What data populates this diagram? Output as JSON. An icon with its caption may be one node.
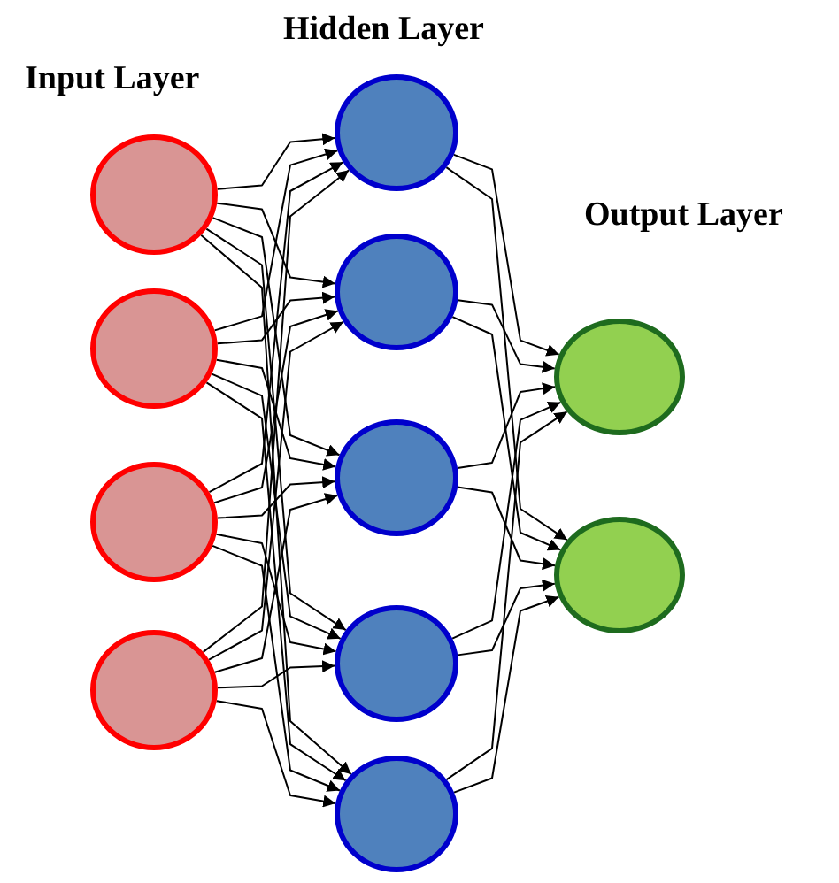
{
  "diagram": {
    "nodes": [
      {
        "text": [],
        "shape": "circle"
      },
      {
        "text": [],
        "shape": "circle"
      },
      {
        "text": [],
        "shape": "circle"
      },
      {
        "text": [],
        "shape": "circle"
      },
      {
        "text": [],
        "shape": "circle"
      },
      {
        "text": [],
        "shape": "circle"
      },
      {
        "text": [],
        "shape": "circle"
      },
      {
        "text": [],
        "shape": "circle"
      },
      {
        "text": [],
        "shape": "circle"
      },
      {
        "text": [],
        "shape": "circle"
      },
      {
        "text": [],
        "shape": "circle"
      }
    ],
    "edges": [
      {
        "from": 0,
        "to": 4,
        "arrow": "to"
      },
      {
        "from": 0,
        "to": 5,
        "arrow": "to"
      },
      {
        "from": 0,
        "to": 6,
        "arrow": "to"
      },
      {
        "from": 0,
        "to": 7,
        "arrow": "to"
      },
      {
        "from": 0,
        "to": 8,
        "arrow": "to"
      },
      {
        "from": 1,
        "to": 4,
        "arrow": "to"
      },
      {
        "from": 1,
        "to": 5,
        "arrow": "to"
      },
      {
        "from": 1,
        "to": 6,
        "arrow": "to"
      },
      {
        "from": 1,
        "to": 7,
        "arrow": "to"
      },
      {
        "from": 1,
        "to": 8,
        "arrow": "to"
      },
      {
        "from": 2,
        "to": 4,
        "arrow": "to"
      },
      {
        "from": 2,
        "to": 5,
        "arrow": "to"
      },
      {
        "from": 2,
        "to": 6,
        "arrow": "to"
      },
      {
        "from": 2,
        "to": 7,
        "arrow": "to"
      },
      {
        "from": 2,
        "to": 8,
        "arrow": "to"
      },
      {
        "from": 3,
        "to": 4,
        "arrow": "to"
      },
      {
        "from": 3,
        "to": 5,
        "arrow": "to"
      },
      {
        "from": 3,
        "to": 6,
        "arrow": "to"
      },
      {
        "from": 3,
        "to": 7,
        "arrow": "to"
      },
      {
        "from": 3,
        "to": 8,
        "arrow": "to"
      },
      {
        "from": 4,
        "to": 9,
        "arrow": "to"
      },
      {
        "from": 4,
        "to": 10,
        "arrow": "to"
      },
      {
        "from": 5,
        "to": 9,
        "arrow": "to"
      },
      {
        "from": 5,
        "to": 10,
        "arrow": "to"
      },
      {
        "from": 6,
        "to": 9,
        "arrow": "to"
      },
      {
        "from": 6,
        "to": 10,
        "arrow": "to"
      },
      {
        "from": 7,
        "to": 9,
        "arrow": "to"
      },
      {
        "from": 7,
        "to": 10,
        "arrow": "to"
      },
      {
        "from": 8,
        "to": 9,
        "arrow": "to"
      },
      {
        "from": 8,
        "to": 10,
        "arrow": "to"
      }
    ],
    "labels": [
      "Hidden Layer",
      "Input Layer",
      "Output Layer"
    ]
  }
}
